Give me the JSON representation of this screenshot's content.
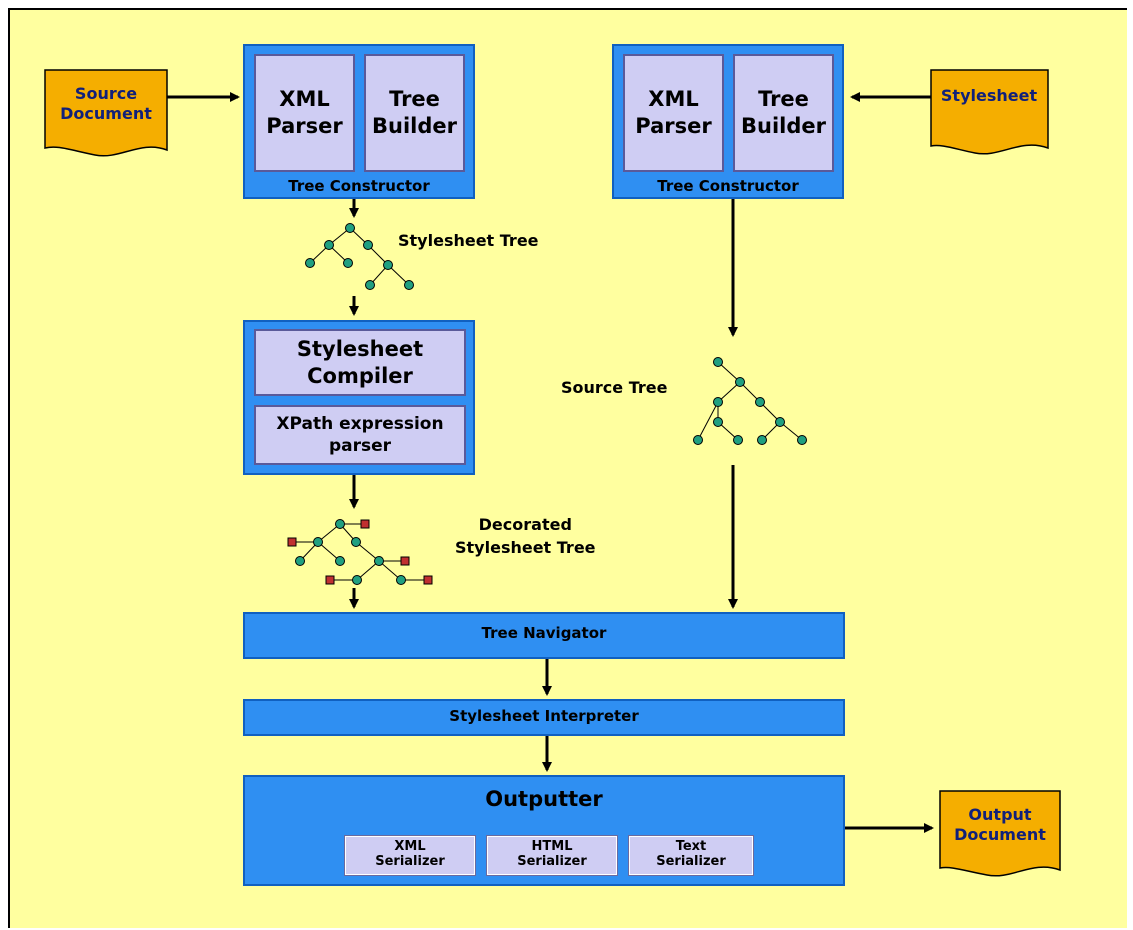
{
  "source_document": {
    "label": "Source\nDocument",
    "line1": "Source",
    "line2": "Document"
  },
  "stylesheet_doc": {
    "label": "Stylesheet"
  },
  "output_document": {
    "line1": "Output",
    "line2": "Document"
  },
  "left_constructor": {
    "parser": [
      "XML",
      "Parser"
    ],
    "builder": [
      "Tree",
      "Builder"
    ],
    "caption": "Tree Constructor"
  },
  "right_constructor": {
    "parser": [
      "XML",
      "Parser"
    ],
    "builder": [
      "Tree",
      "Builder"
    ],
    "caption": "Tree Constructor"
  },
  "stylesheet_tree_label": "Stylesheet Tree",
  "source_tree_label": "Source Tree",
  "decorated_tree_label": [
    "Decorated",
    "Stylesheet Tree"
  ],
  "compiler": {
    "title": [
      "Stylesheet",
      "Compiler"
    ],
    "xpath": [
      "XPath expression",
      "parser"
    ]
  },
  "tree_navigator": "Tree Navigator",
  "stylesheet_interpreter": "Stylesheet Interpreter",
  "outputter": {
    "title": "Outputter",
    "serializers": [
      {
        "line1": "XML",
        "line2": "Serializer"
      },
      {
        "line1": "HTML",
        "line2": "Serializer"
      },
      {
        "line1": "Text",
        "line2": "Serializer"
      }
    ]
  },
  "colors": {
    "background": "#ffff9f",
    "box_blue": "#2f8ff2",
    "inner_lavender": "#cfcdf3",
    "document_orange": "#f5ae00",
    "tree_node_green": "#20a080",
    "decorator_red": "#c03030"
  }
}
